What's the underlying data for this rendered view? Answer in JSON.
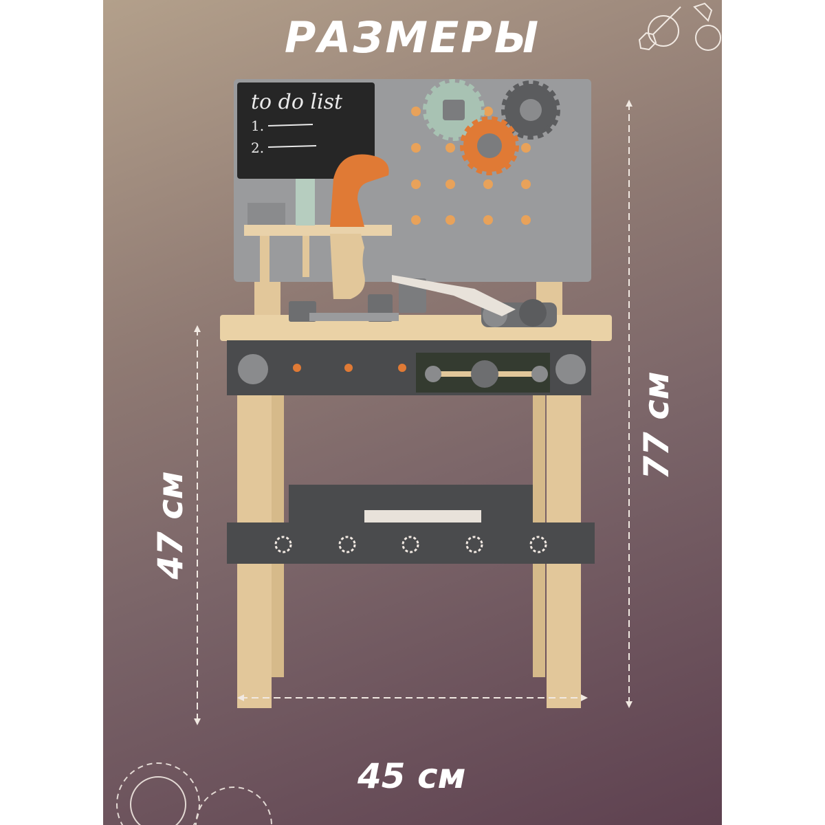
{
  "title": "РАЗМЕРЫ",
  "chalkboard": {
    "heading": "to do list",
    "line1": "1.",
    "line2": "2."
  },
  "dimensions": {
    "width": "45 см",
    "height_total": "77 см",
    "height_table": "47 см"
  },
  "colors": {
    "background_top": "#b3a08b",
    "background_bottom": "#5e4150",
    "board_gray": "#9a9b9d",
    "wood": "#e2c79a",
    "dark_panel": "#4a4b4d",
    "orange_gear": "#e07a35",
    "mint_gear": "#a8c2b3"
  }
}
